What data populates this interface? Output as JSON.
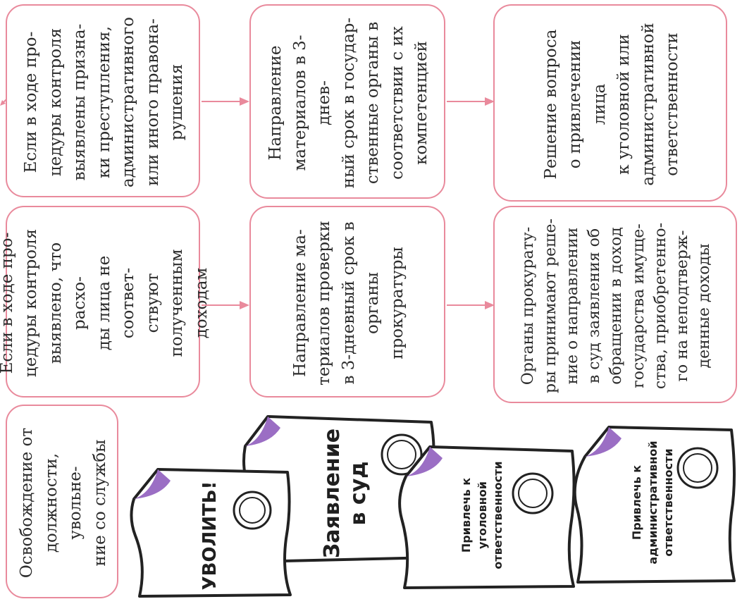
{
  "colors": {
    "accent": "#e98a9c",
    "text": "#2b2b2b",
    "paper_fold": "#9b6ec4"
  },
  "column1": {
    "box_top": "Если в ходе про-\nцедуры контроля\nвыявлены призна-\nки преступления,\nадминистративного\nили иного правона-\nрушения",
    "box_mid": "Если в ходе про-\nцедуры контроля\nвыявлено, что расхо-\nды лица не соответ-\nствуют полученным\nдоходам",
    "box_bottom": "Освобождение от\nдолжности, увольне-\nние со службы"
  },
  "column2": {
    "box_top": "Направление\nматериалов в 3-днев-\nный срок в государ-\nственные органы в\nсоответствии с их\nкомпетенцией",
    "box_mid": "Направление ма-\nтериалов проверки\nв 3-дневный срок в\nорганы прокуратуры"
  },
  "column3": {
    "box_top": "Решение вопроса\nо привлечении лица\nк уголовной или\nадминистративной\nответственности",
    "box_mid": "Органы прокурату-\nры принимают реше-\nние о направлении\nв суд заявления об\nобращении в доход\nгосударства имуще-\nства, приобретенно-\nго на неподтверж-\nденные доходы"
  },
  "papers": {
    "dismiss": "УВОЛИТЬ!",
    "court": "Заявление\nв суд",
    "criminal": "Привлечь к\nуголовной\nответственности",
    "admin": "Привлечь к\nадминистративной\nответственности"
  }
}
